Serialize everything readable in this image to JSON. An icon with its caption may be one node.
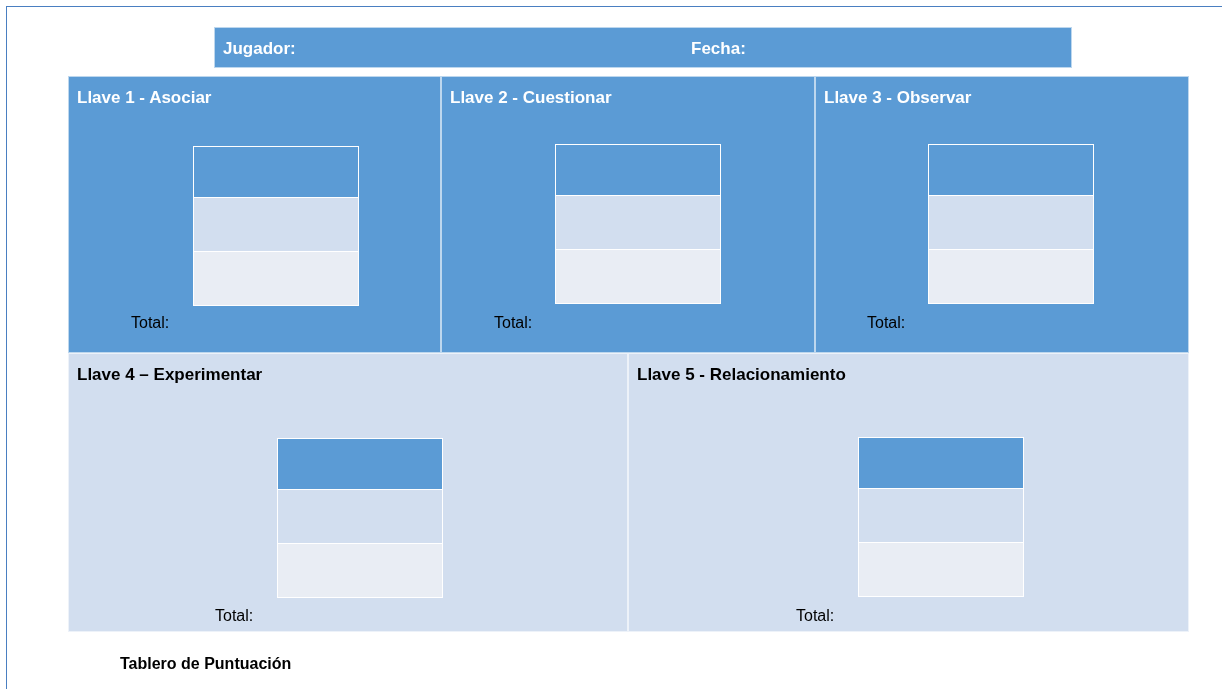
{
  "diagram": {
    "caption": "Tablero de Puntuación",
    "nodes": [
      {
        "text": [
          "Jugador:",
          "Fecha:"
        ]
      },
      {
        "text": [
          "Llave 1 - Asociar",
          "Total:"
        ]
      },
      {
        "text": [],
        "shape": "box",
        "in": 1
      },
      {
        "text": [],
        "shape": "box",
        "in": 1
      },
      {
        "text": [],
        "shape": "box",
        "in": 1
      },
      {
        "text": [
          "Llave 2 - Cuestionar",
          "Total:"
        ]
      },
      {
        "text": [],
        "shape": "box",
        "in": 5
      },
      {
        "text": [],
        "shape": "box",
        "in": 5
      },
      {
        "text": [],
        "shape": "box",
        "in": 5
      },
      {
        "text": [
          "Llave 3 - Observar",
          "Total:"
        ]
      },
      {
        "text": [],
        "shape": "box",
        "in": 9
      },
      {
        "text": [],
        "shape": "box",
        "in": 9
      },
      {
        "text": [],
        "shape": "box",
        "in": 9
      },
      {
        "text": [
          "Llave 4 – Experimentar",
          "Total:"
        ]
      },
      {
        "text": [],
        "shape": "box",
        "in": 13
      },
      {
        "text": [],
        "shape": "box",
        "in": 13
      },
      {
        "text": [],
        "shape": "box",
        "in": 13
      },
      {
        "text": [
          "Llave 5 - Relacionamiento",
          "Total:"
        ]
      },
      {
        "text": [],
        "shape": "box",
        "in": 17
      },
      {
        "text": [],
        "shape": "box",
        "in": 17
      },
      {
        "text": [],
        "shape": "box",
        "in": 17
      }
    ]
  }
}
